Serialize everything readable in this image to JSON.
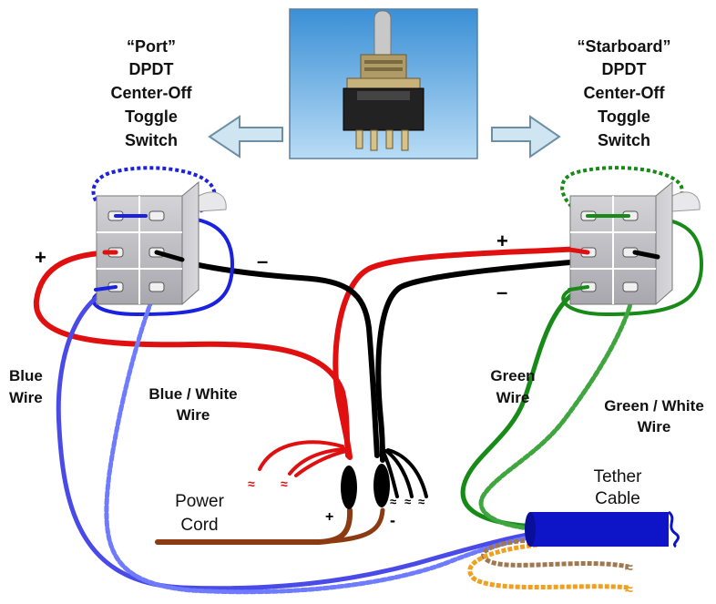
{
  "labels": {
    "port": {
      "name": "“Port”",
      "line2": "DPDT",
      "line3": "Center-Off",
      "line4": "Toggle",
      "line5": "Switch"
    },
    "starboard": {
      "name": "“Starboard”",
      "line2": "DPDT",
      "line3": "Center-Off",
      "line4": "Toggle",
      "line5": "Switch"
    },
    "blue_wire": {
      "line1": "Blue",
      "line2": "Wire"
    },
    "blue_white_wire": {
      "line1": "Blue / White",
      "line2": "Wire"
    },
    "green_wire": {
      "line1": "Green",
      "line2": "Wire"
    },
    "green_white_wire": {
      "line1": "Green / White",
      "line2": "Wire"
    },
    "power_cord": {
      "line1": "Power",
      "line2": "Cord"
    },
    "tether_cable": {
      "line1": "Tether",
      "line2": "Cable"
    }
  },
  "signs": {
    "port_plus": "+",
    "port_minus": "–",
    "starboard_plus": "+",
    "starboard_minus": "–",
    "cord_plus": "+",
    "cord_minus": "-"
  },
  "colors": {
    "blue": "#1a22e0",
    "blue_white": "#6f7bff",
    "red": "#e01010",
    "black": "#000000",
    "green": "#178a17",
    "brown": "#8b3a12",
    "tan": "#a07850",
    "orange": "#f0a020",
    "arrow_fill": "#cfe6f2",
    "arrow_stroke": "#6d8fa6",
    "tether": "#0e14c8"
  }
}
